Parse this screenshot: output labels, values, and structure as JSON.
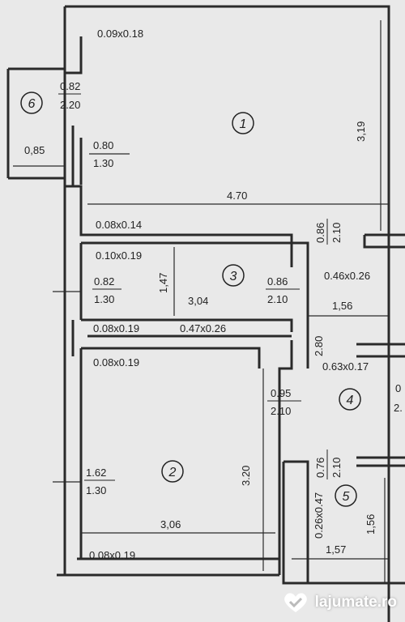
{
  "rooms": [
    {
      "id": "1"
    },
    {
      "id": "2"
    },
    {
      "id": "3"
    },
    {
      "id": "4"
    },
    {
      "id": "5"
    },
    {
      "id": "6"
    }
  ],
  "dims": {
    "d_009x018": "0.09x0.18",
    "d_082_top": "0.82",
    "d_220_top": "2.20",
    "d_085": "0,85",
    "d_080": "0.80",
    "d_130_a": "1.30",
    "d_319": "3,19",
    "d_470": "4.70",
    "d_008x014": "0.08x0.14",
    "d_086_v": "0.86",
    "d_210_v": "2.10",
    "d_010x019": "0.10x0.19",
    "d_082_b": "0.82",
    "d_130_b": "1.30",
    "d_147": "1,47",
    "d_304": "3,04",
    "d_086_h": "0.86",
    "d_210_h": "2.10",
    "d_046x026": "0.46x0.26",
    "d_156": "1,56",
    "d_008x019_a": "0.08x0.19",
    "d_047x026": "0.47x0.26",
    "d_280": "2.80",
    "d_063x017": "0.63x0.17",
    "d_008x019_b": "0.08x0.19",
    "d_095": "0.95",
    "d_210_c": "2.10",
    "d_076": "0.76",
    "d_210_d": "2.10",
    "d_162": "1.62",
    "d_130_c": "1.30",
    "d_320": "3.20",
    "d_026x047": "0.26x0.47",
    "d_156b": "1,56",
    "d_306": "3,06",
    "d_157": "1,57",
    "d_008x019_c": "0.08x0.19",
    "d_cut_0": "0",
    "d_cut_2": "2."
  },
  "watermark": {
    "text": "lajumate.ro",
    "icon": "heart-check-icon"
  }
}
